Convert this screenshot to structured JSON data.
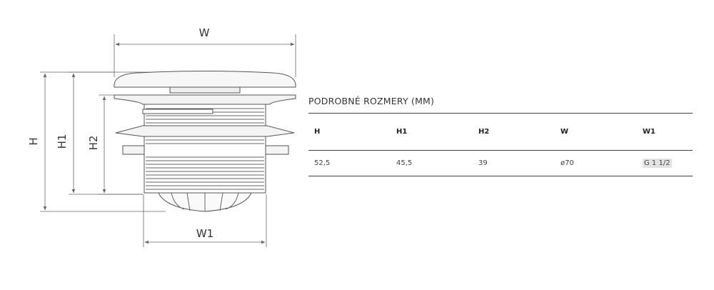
{
  "drawing": {
    "dimensions": {
      "w": "W",
      "w1": "W1",
      "h": "H",
      "h1": "H1",
      "h2": "H2"
    },
    "colors": {
      "line": "#555555",
      "dim": "#666666"
    }
  },
  "spec": {
    "title": "PODROBNÉ ROZMERY (MM)",
    "headers": {
      "h": "H",
      "h1": "H1",
      "h2": "H2",
      "w": "W",
      "w1": "W1"
    },
    "values": {
      "h": "52,5",
      "h1": "45,5",
      "h2": "39",
      "w": "ø70",
      "w1": "G 1 1/2"
    }
  }
}
